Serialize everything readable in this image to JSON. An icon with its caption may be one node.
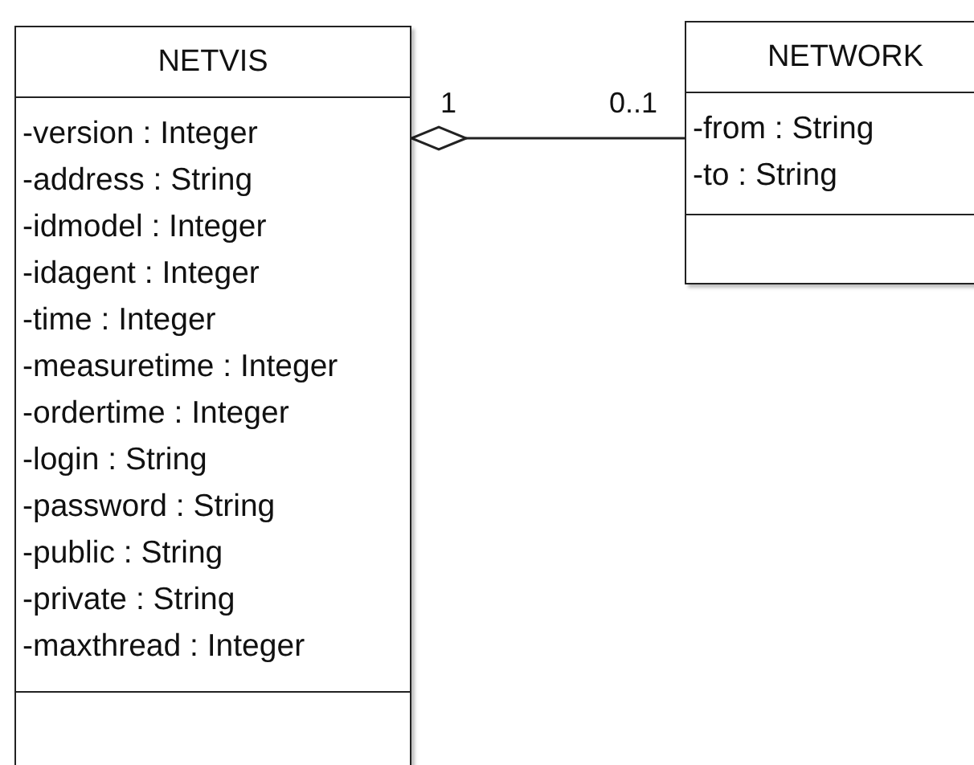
{
  "diagram": {
    "nodes": [
      {
        "text": [
          "NETVIS",
          "-version : Integer",
          "-address : String",
          "-idmodel : Integer",
          "-idagent : Integer",
          "-time : Integer",
          "-measuretime : Integer",
          "-ordertime : Integer",
          "-login : String",
          "-password : String",
          "-public : String",
          "-private : String",
          "-maxthread : Integer"
        ]
      },
      {
        "text": [
          "NETWORK",
          "-from : String",
          "-to : String"
        ]
      }
    ],
    "edges": [
      {
        "from": 0,
        "to": 1,
        "arrow": "other"
      }
    ],
    "labels": [
      "1",
      "0..1"
    ]
  }
}
